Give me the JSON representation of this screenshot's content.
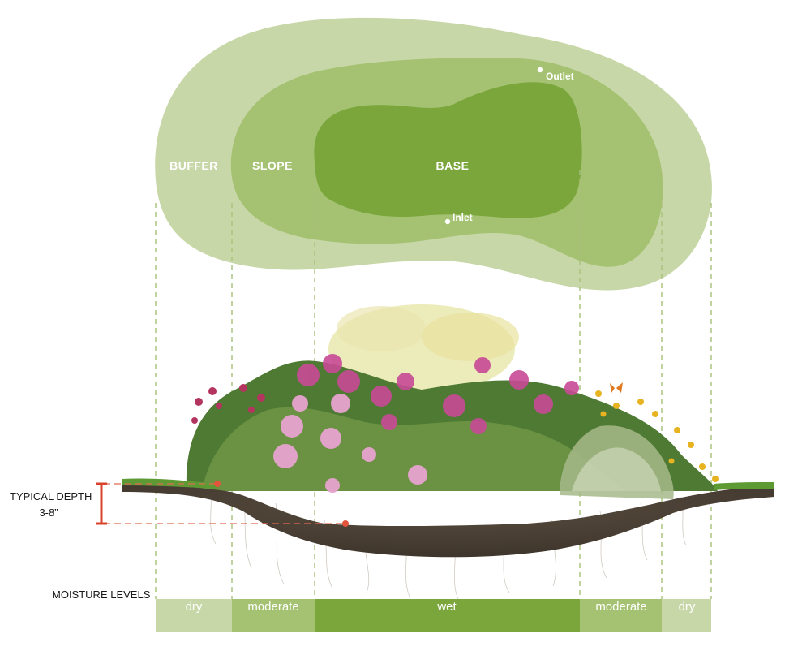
{
  "plan": {
    "buffer_label": "BUFFER",
    "slope_label": "SLOPE",
    "base_label": "BASE",
    "outlet_label": "Outlet",
    "inlet_label": "Inlet"
  },
  "section": {
    "depth_label_line1": "TYPICAL DEPTH",
    "depth_label_line2": "3-8”"
  },
  "moisture": {
    "title": "MOISTURE LEVELS",
    "segments": [
      {
        "label": "dry",
        "color": "#c8d7a8"
      },
      {
        "label": "moderate",
        "color": "#a4c271"
      },
      {
        "label": "wet",
        "color": "#7aa63c"
      },
      {
        "label": "moderate",
        "color": "#a4c271"
      },
      {
        "label": "dry",
        "color": "#c8d7a8"
      }
    ]
  },
  "colors": {
    "buffer": "#c8d7a8",
    "slope": "#a4c271",
    "base": "#7aa63c",
    "guide_line": "#a9c07a",
    "depth_marker": "#d9432b",
    "soil": "#4a3f33",
    "grass": "#5d9a34"
  }
}
